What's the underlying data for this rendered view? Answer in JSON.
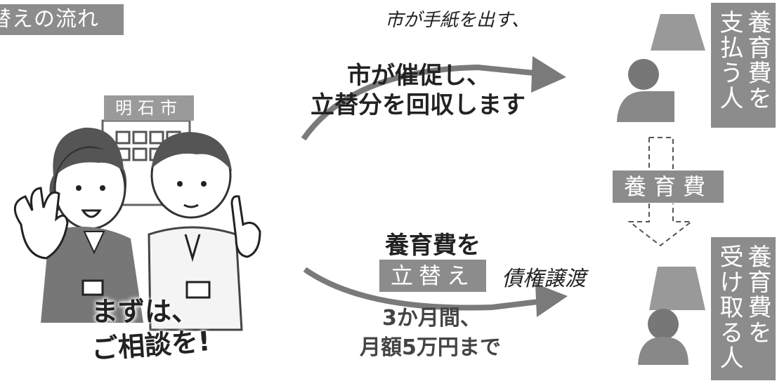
{
  "title": "替えの流れ",
  "city_sign": "明石市",
  "handwritten_top": "市が手紙を出す、",
  "upper_flow_text": [
    "市が催促し、",
    "立替分を回収します"
  ],
  "payer_box": {
    "columns": [
      "養育費を",
      "支払う人"
    ]
  },
  "flow_label": "養育費",
  "receiver_box": {
    "columns": [
      "養育費を",
      "受け取る人"
    ]
  },
  "lower_flow": {
    "line1": "養育費を",
    "advance_label": "立替え",
    "line2": "3か月間、",
    "line3": "月額5万円まで"
  },
  "handwritten_bottom": "債権譲渡",
  "speech_bubble": [
    "まずは、",
    "ご相談を!"
  ]
}
